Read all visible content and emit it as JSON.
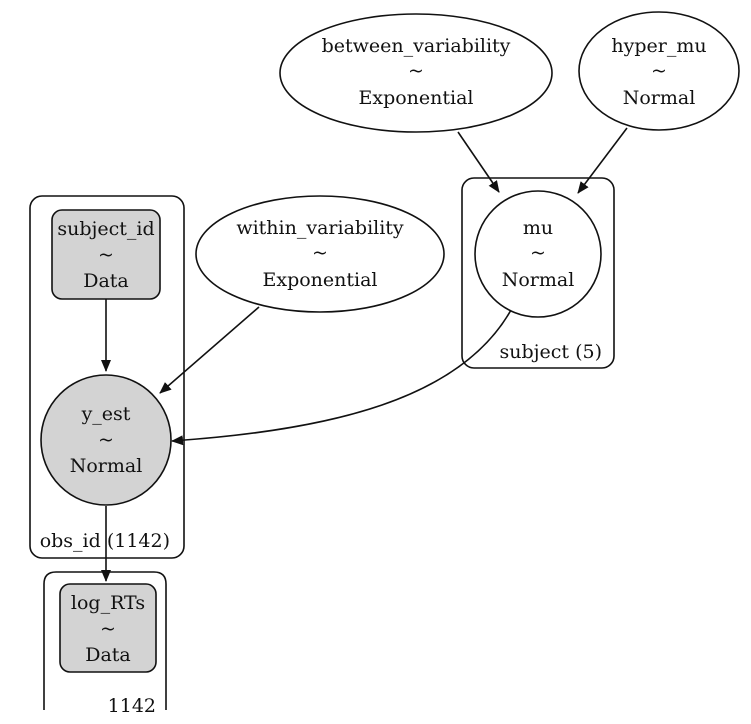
{
  "colors": {
    "observed_fill": "#d3d3d3",
    "latent_fill": "#ffffff",
    "stroke": "#111111"
  },
  "nodes": {
    "between_variability": {
      "name": "between_variability",
      "tilde": "~",
      "dist": "Exponential"
    },
    "hyper_mu": {
      "name": "hyper_mu",
      "tilde": "~",
      "dist": "Normal"
    },
    "within_variability": {
      "name": "within_variability",
      "tilde": "~",
      "dist": "Exponential"
    },
    "subject_id": {
      "name": "subject_id",
      "tilde": "~",
      "dist": "Data"
    },
    "mu": {
      "name": "mu",
      "tilde": "~",
      "dist": "Normal"
    },
    "y_est": {
      "name": "y_est",
      "tilde": "~",
      "dist": "Normal"
    },
    "log_RTs": {
      "name": "log_RTs",
      "tilde": "~",
      "dist": "Data"
    }
  },
  "plates": {
    "subject": {
      "label": "subject (5)"
    },
    "obs_id": {
      "label": "obs_id (1142)"
    },
    "log_rts_plate": {
      "label": "1142"
    }
  }
}
